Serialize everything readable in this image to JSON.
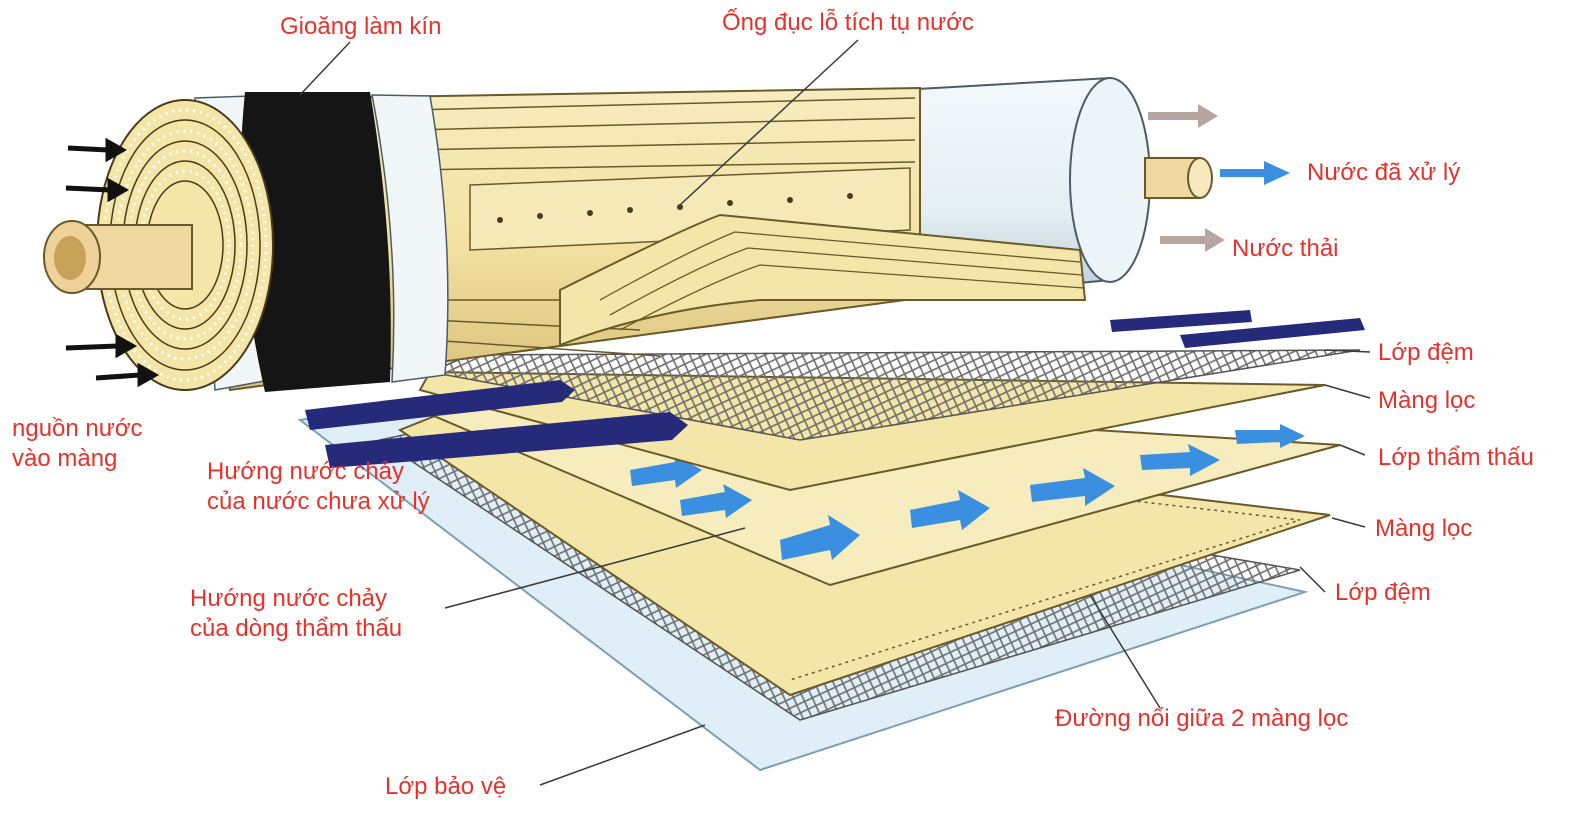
{
  "colors": {
    "label": "#e8312a",
    "leader": "#3a3a3a",
    "element": "#f3e6a8",
    "element_dark": "#c9b46a",
    "seal": "#151515",
    "endcap": "#e9f2f6",
    "tube": "#efd9a0",
    "feed_arrow": "#262a7a",
    "flow_arrow": "#3a8fe0",
    "out_arrow_waste": "#b7a6a0",
    "out_arrow_clean": "#3a8fe0",
    "mesh": "#6e6e6e",
    "backing": "#dfeef7"
  },
  "labels": {
    "seal": "Gioăng làm kín",
    "perforated_tube": "Ống đục lỗ tích tụ nước",
    "treated_water": "Nước đã xử lý",
    "waste_water": "Nước thải",
    "spacer_top": "Lớp đệm",
    "membrane_top": "Màng lọc",
    "permeate_layer": "Lớp thẩm thấu",
    "membrane_bottom": "Màng lọc",
    "spacer_bottom": "Lớp đệm",
    "feed_water_line1": "nguồn nước",
    "feed_water_line2": "vào màng",
    "feed_flow_line1": "Hướng nước chảy",
    "feed_flow_line2": "của nước chưa xử lý",
    "permeate_flow_line1": "Hướng nước chảy",
    "permeate_flow_line2": "của dòng thẩm thấu",
    "membrane_seam": "Đường nối giữa 2 màng lọc",
    "protective_layer": "Lớp bảo vệ"
  }
}
